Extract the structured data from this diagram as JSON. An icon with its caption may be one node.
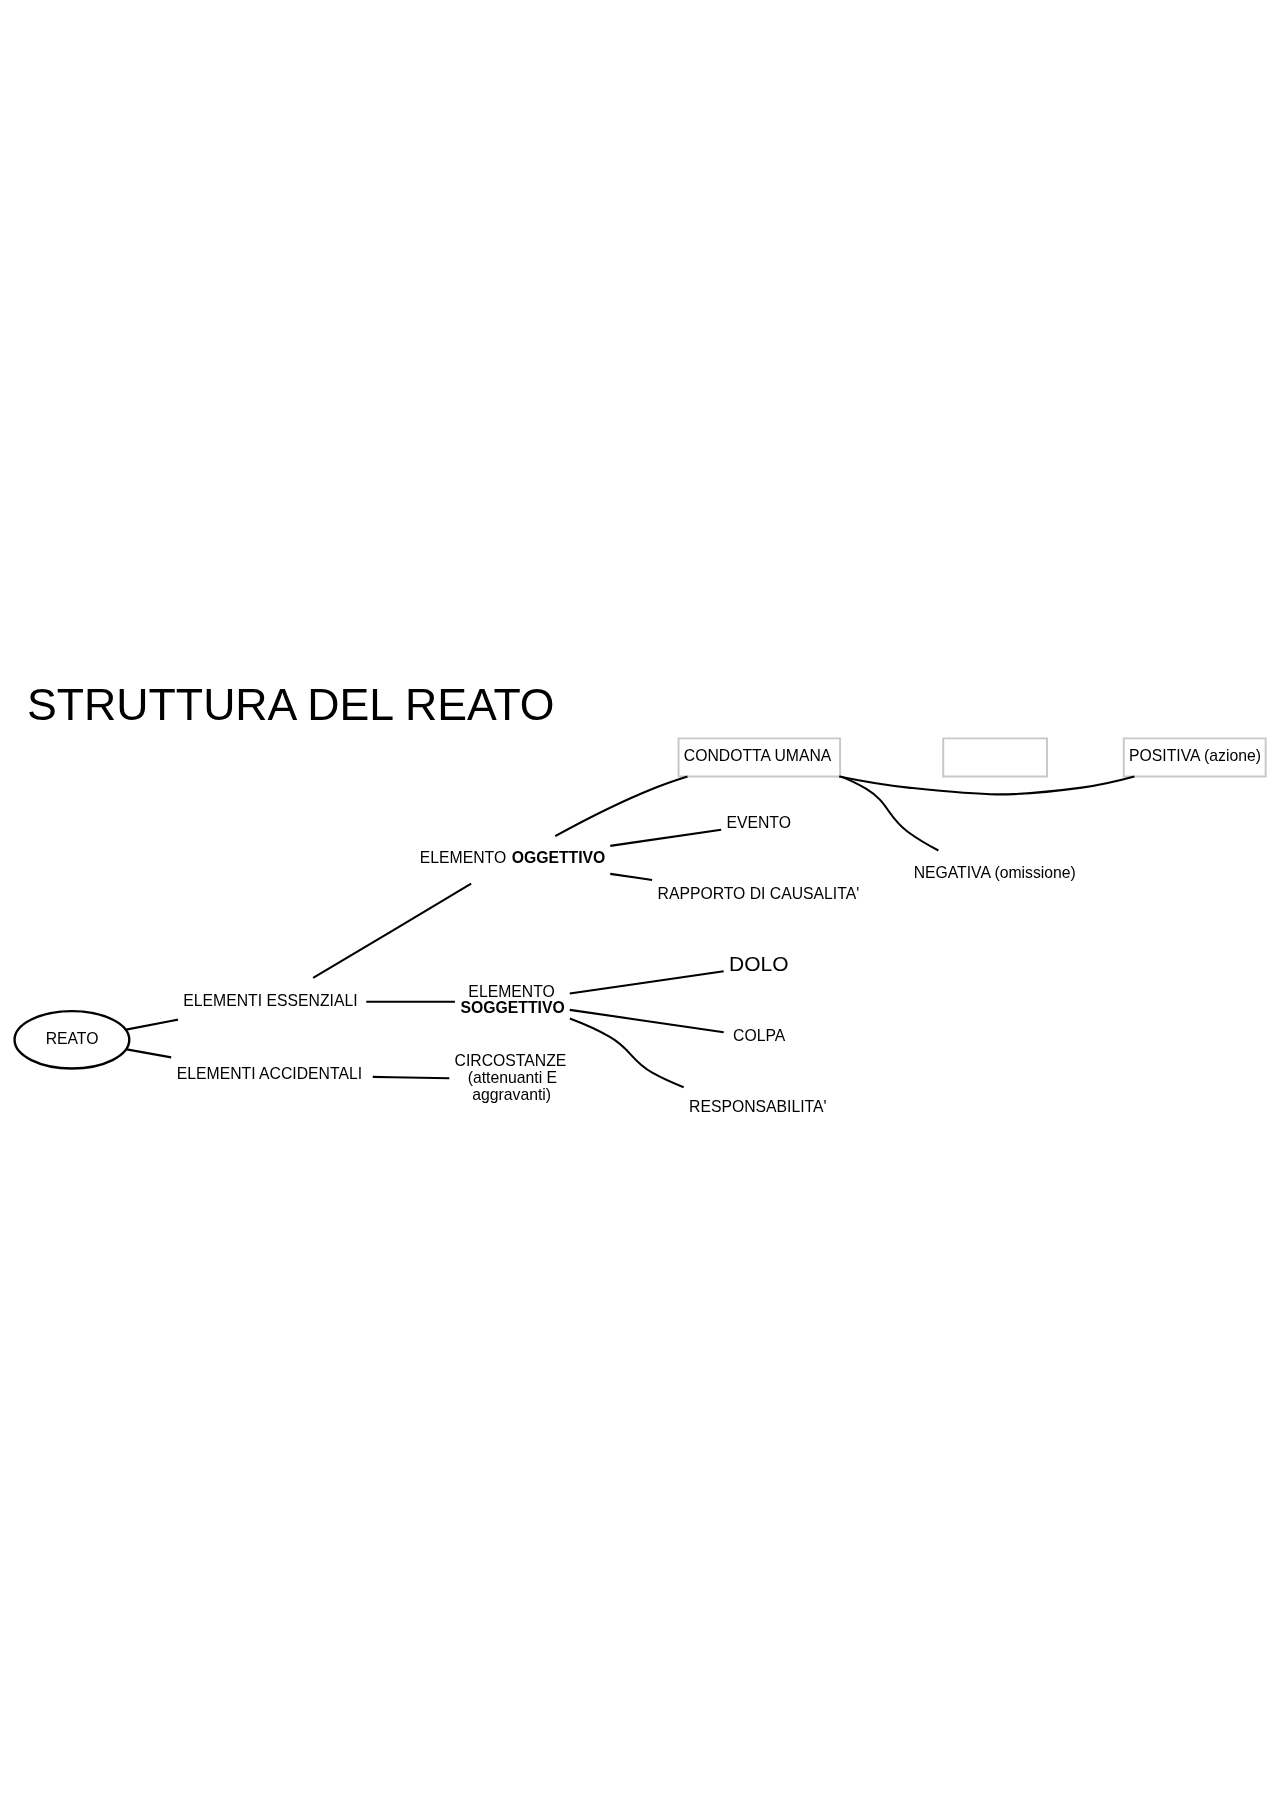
{
  "diagram": {
    "title": "STRUTTURA DEL REATO",
    "nodes": [
      {
        "text": [
          "CONDOTTA UMANA"
        ]
      },
      {
        "text": [],
        "shape": "box"
      },
      {
        "text": [
          "POSITIVA (azione)"
        ]
      },
      {
        "text": [
          "ELEMENTO **OGGETTIVO**"
        ]
      },
      {
        "text": [
          "EVENTO"
        ]
      },
      {
        "text": [
          "NEGATIVA (omissione)"
        ]
      },
      {
        "text": [
          "RAPPORTO DI CAUSALITA'"
        ]
      },
      {
        "text": [
          "ELEMENTI ESSENZIALI"
        ]
      },
      {
        "text": [
          "REATO"
        ]
      },
      {
        "text": [
          "ELEMENTO **SOGGETTIVO**"
        ]
      },
      {
        "text": [
          "ELEMENTI ACCIDENTALI"
        ]
      },
      {
        "text": [
          "DOLO"
        ]
      },
      {
        "text": [
          "COLPA"
        ]
      },
      {
        "text": [
          "CIRCOSTANZE (attenuanti E aggravanti)"
        ]
      },
      {
        "text": [
          "RESPONSABILITA'"
        ]
      }
    ],
    "edges": [
      {
        "from": 8,
        "to": 7,
        "arrow": "none"
      },
      {
        "from": 8,
        "to": 10,
        "arrow": "none"
      },
      {
        "from": 7,
        "to": 3,
        "arrow": "none"
      },
      {
        "from": 7,
        "to": 9,
        "arrow": "none"
      },
      {
        "from": 3,
        "to": 0,
        "arrow": "none"
      },
      {
        "from": 3,
        "to": 4,
        "arrow": "none"
      },
      {
        "from": 3,
        "to": 6,
        "arrow": "none"
      },
      {
        "from": 0,
        "to": 2,
        "arrow": "none"
      },
      {
        "from": 0,
        "to": 5,
        "arrow": "none"
      },
      {
        "from": 9,
        "to": 11,
        "arrow": "none"
      },
      {
        "from": 9,
        "to": 12,
        "arrow": "none"
      },
      {
        "from": 9,
        "to": 14,
        "arrow": "none"
      },
      {
        "from": 10,
        "to": 13,
        "arrow": "none"
      }
    ]
  }
}
